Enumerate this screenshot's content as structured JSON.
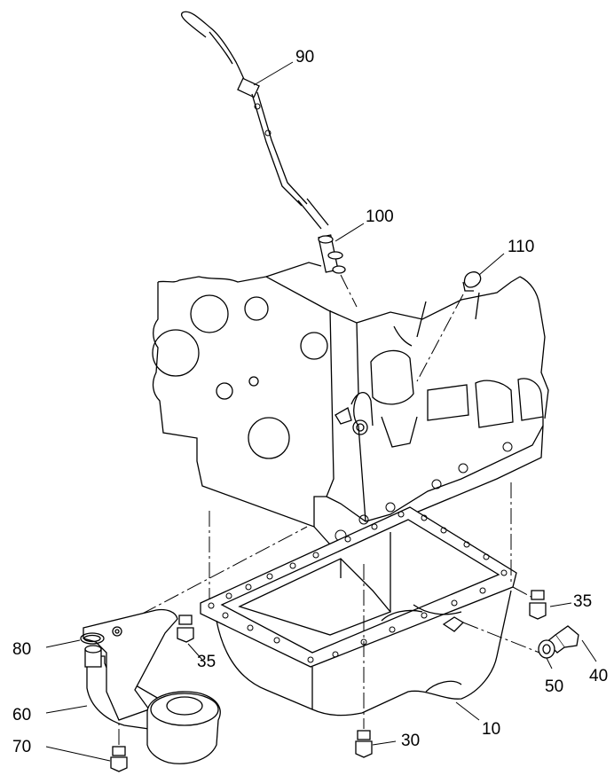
{
  "diagram": {
    "callouts": [
      {
        "id": "90",
        "text": "90"
      },
      {
        "id": "100",
        "text": "100"
      },
      {
        "id": "110",
        "text": "110"
      },
      {
        "id": "80",
        "text": "80"
      },
      {
        "id": "35a",
        "text": "35"
      },
      {
        "id": "35b",
        "text": "35"
      },
      {
        "id": "40",
        "text": "40"
      },
      {
        "id": "50",
        "text": "50"
      },
      {
        "id": "60",
        "text": "60"
      },
      {
        "id": "70",
        "text": "70"
      },
      {
        "id": "30",
        "text": "30"
      },
      {
        "id": "10",
        "text": "10"
      }
    ]
  }
}
